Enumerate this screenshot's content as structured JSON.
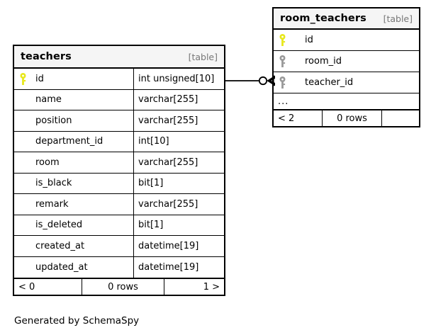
{
  "diagram": {
    "generator_caption": "Generated by SchemaSpy",
    "background_color": "#ffffff",
    "pk_key_color": "#e8e81c",
    "fk_key_color": "#999999",
    "header_background": "#f5f5f5",
    "kind_label_color": "#777777"
  },
  "tables": [
    {
      "id": "teachers",
      "name": "teachers",
      "kind": "[table]",
      "columns": [
        {
          "key": "primary",
          "name": "id",
          "type": "int unsigned[10]"
        },
        {
          "key": "none",
          "name": "name",
          "type": "varchar[255]"
        },
        {
          "key": "none",
          "name": "position",
          "type": "varchar[255]"
        },
        {
          "key": "none",
          "name": "department_id",
          "type": "int[10]"
        },
        {
          "key": "none",
          "name": "room",
          "type": "varchar[255]"
        },
        {
          "key": "none",
          "name": "is_black",
          "type": "bit[1]"
        },
        {
          "key": "none",
          "name": "remark",
          "type": "varchar[255]"
        },
        {
          "key": "none",
          "name": "is_deleted",
          "type": "bit[1]"
        },
        {
          "key": "none",
          "name": "created_at",
          "type": "datetime[19]"
        },
        {
          "key": "none",
          "name": "updated_at",
          "type": "datetime[19]"
        }
      ],
      "footer": {
        "left": "< 0",
        "center": "0 rows",
        "right": "1 >"
      }
    },
    {
      "id": "room_teachers",
      "name": "room_teachers",
      "kind": "[table]",
      "columns": [
        {
          "key": "primary",
          "name": "id",
          "type": ""
        },
        {
          "key": "foreign",
          "name": "room_id",
          "type": ""
        },
        {
          "key": "foreign",
          "name": "teacher_id",
          "type": ""
        }
      ],
      "more_indicator": "...",
      "footer": {
        "left": "< 2",
        "center": "0 rows",
        "right": ""
      }
    }
  ],
  "relationship": {
    "from_table": "teachers",
    "from_column": "id",
    "to_table": "room_teachers",
    "to_column": "teacher_id",
    "from_cardinality": "zero-or-one",
    "to_cardinality": "many"
  }
}
